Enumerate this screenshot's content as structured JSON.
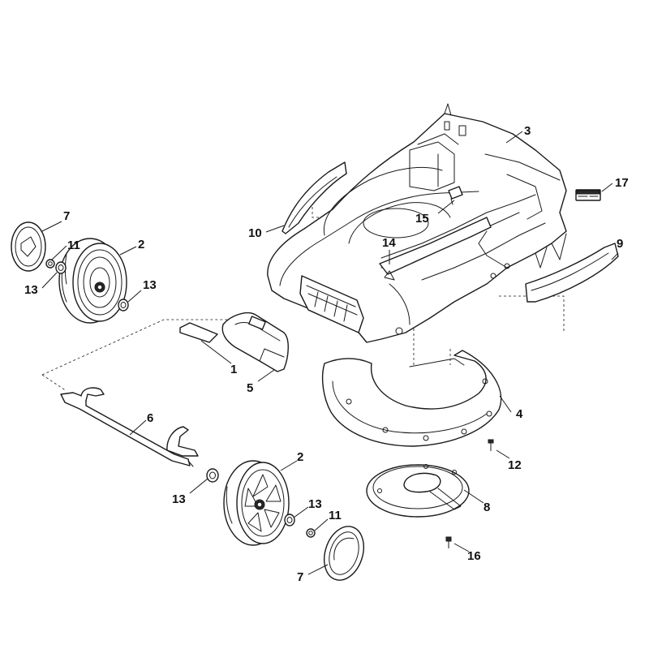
{
  "callouts": {
    "c1": "1",
    "c2a": "2",
    "c2b": "2",
    "c3": "3",
    "c4": "4",
    "c5": "5",
    "c6": "6",
    "c7a": "7",
    "c7b": "7",
    "c8": "8",
    "c9": "9",
    "c10": "10",
    "c11a": "11",
    "c11b": "11",
    "c12": "12",
    "c13a": "13",
    "c13b": "13",
    "c13c": "13",
    "c13d": "13",
    "c14": "14",
    "c15": "15",
    "c16": "16",
    "c17": "17"
  },
  "colors": {
    "line": "#1a1a1a",
    "background": "#ffffff"
  }
}
